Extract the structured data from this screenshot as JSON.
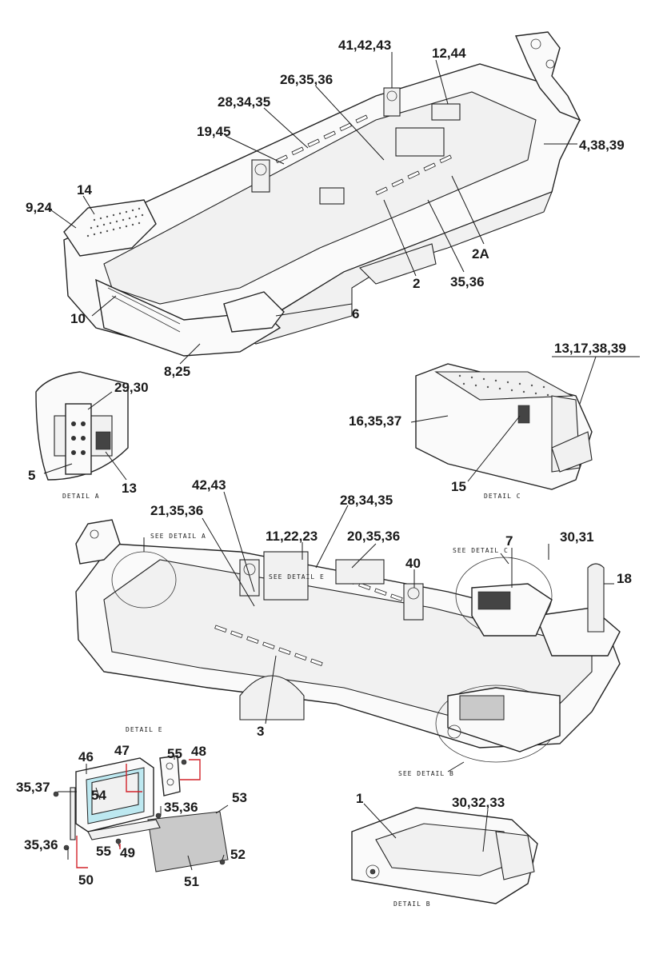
{
  "top_assembly": {
    "callouts": [
      "41,42,43",
      "12,44",
      "26,35,36",
      "28,34,35",
      "19,45",
      "4,38,39",
      "14",
      "9,24",
      "2A",
      "2",
      "35,36",
      "10",
      "6",
      "8,25"
    ]
  },
  "detail_a": {
    "callouts": [
      "29,30",
      "5",
      "13"
    ],
    "label": "DETAIL  A"
  },
  "detail_c": {
    "callouts": [
      "13,17,38,39",
      "16,35,37",
      "15"
    ],
    "label": "DETAIL  C"
  },
  "lower_assembly": {
    "callouts": [
      "42,43",
      "28,34,35",
      "21,35,36",
      "11,22,23",
      "20,35,36",
      "7",
      "30,31",
      "40",
      "18",
      "3"
    ],
    "see_detail_a": "SEE DETAIL  A",
    "see_detail_c": "SEE DETAIL C",
    "see_detail_e": "SEE DETAIL E",
    "see_detail_b": "SEE DETAIL B"
  },
  "detail_e": {
    "label": "DETAIL E",
    "callouts": [
      "46",
      "47",
      "55",
      "48",
      "35,37",
      "54",
      "35,36",
      "53",
      "35,36",
      "55",
      "49",
      "52",
      "50",
      "51"
    ],
    "red_callouts": [
      "47",
      "48",
      "49",
      "50"
    ]
  },
  "detail_b": {
    "label": "DETAIL B",
    "callouts": [
      "1",
      "30,32,33"
    ]
  }
}
